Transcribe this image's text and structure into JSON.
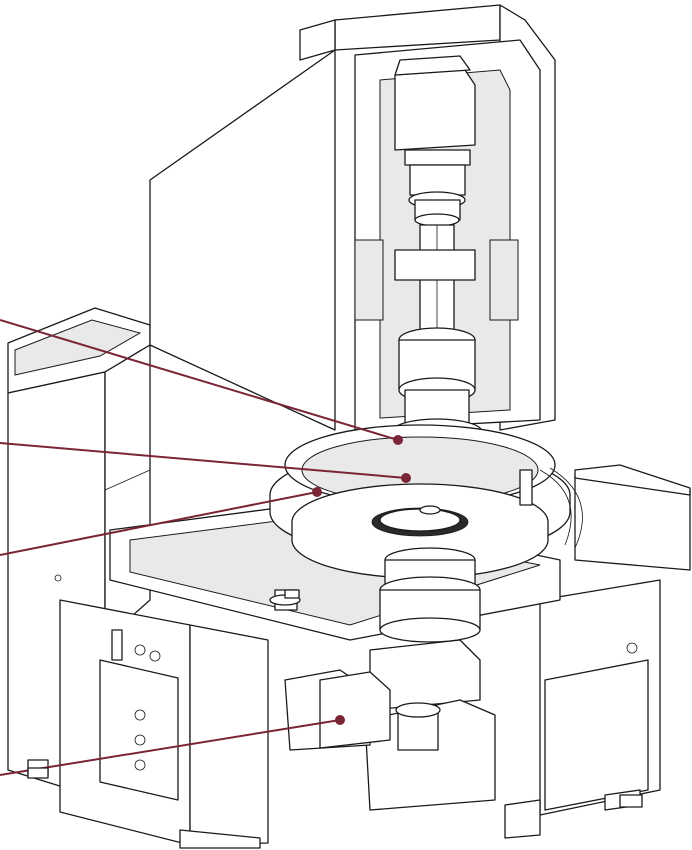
{
  "figure": {
    "subject": "rotary-index-machine-cutaway",
    "colors": {
      "linework": "#1a1a1a",
      "background": "#ffffff",
      "callout": "#7a2536",
      "panel_shade": "#e9e9e9"
    },
    "callouts": [
      {
        "id": "callout-1",
        "icon": "callout-dot"
      },
      {
        "id": "callout-2",
        "icon": "callout-dot"
      },
      {
        "id": "callout-3",
        "icon": "callout-dot"
      },
      {
        "id": "callout-4",
        "icon": "callout-dot"
      }
    ]
  }
}
